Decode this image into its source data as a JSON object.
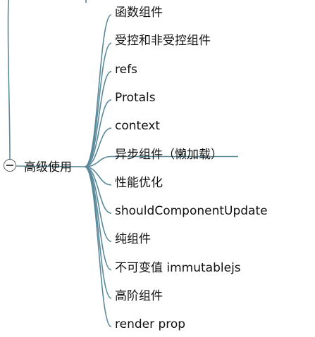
{
  "root": {
    "label": "高级使用",
    "collapse_icon": "minus-circle-icon"
  },
  "children": [
    "函数组件",
    "受控和非受控组件",
    "refs",
    "Protals",
    "context",
    "异步组件（懒加载）",
    "性能优化",
    "shouldComponentUpdate",
    "纯组件",
    "不可变值 immutablejs",
    "高阶组件",
    "render prop"
  ],
  "colors": {
    "branch": "#5a8a9a",
    "text": "#111111",
    "background": "#ffffff"
  }
}
